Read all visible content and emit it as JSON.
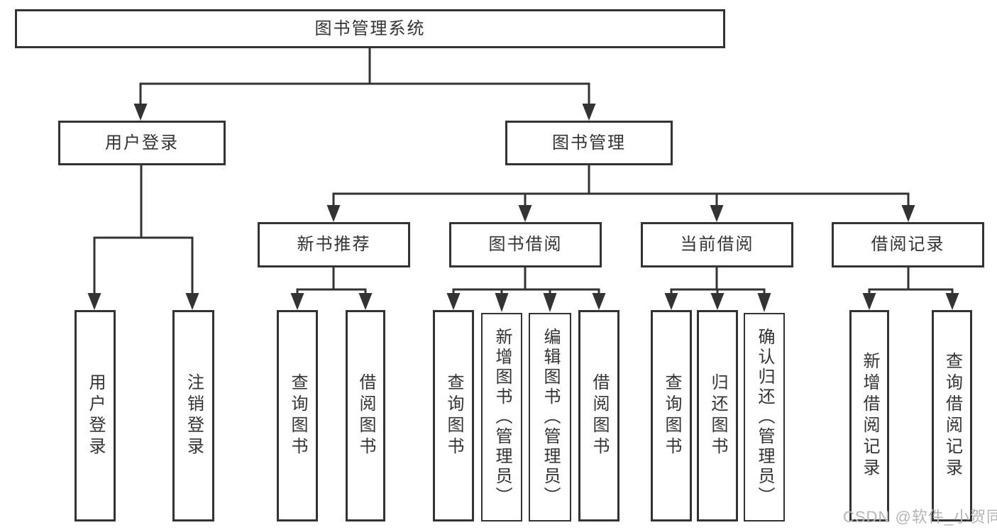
{
  "tree": {
    "label": "图书管理系统",
    "children": [
      {
        "label": "用户登录",
        "children": [
          {
            "label": "用户登录"
          },
          {
            "label": "注销登录"
          }
        ]
      },
      {
        "label": "图书管理",
        "children": [
          {
            "label": "新书推荐",
            "children": [
              {
                "label": "查询图书"
              },
              {
                "label": "借阅图书"
              }
            ]
          },
          {
            "label": "图书借阅",
            "children": [
              {
                "label": "查询图书"
              },
              {
                "label": "新增图书（管理员）"
              },
              {
                "label": "编辑图书（管理员）"
              },
              {
                "label": "借阅图书"
              }
            ]
          },
          {
            "label": "当前借阅",
            "children": [
              {
                "label": "查询图书"
              },
              {
                "label": "归还图书"
              },
              {
                "label": "确认归还（管理员）"
              }
            ]
          },
          {
            "label": "借阅记录",
            "children": [
              {
                "label": "新增借阅记录"
              },
              {
                "label": "查询借阅记录"
              }
            ]
          }
        ]
      }
    ]
  },
  "watermark": {
    "text": "CSDN @软件_小贺同学",
    "color": "#b5b5b5"
  },
  "colors": {
    "line": "#333333",
    "text": "#333333",
    "background": "#ffffff"
  }
}
